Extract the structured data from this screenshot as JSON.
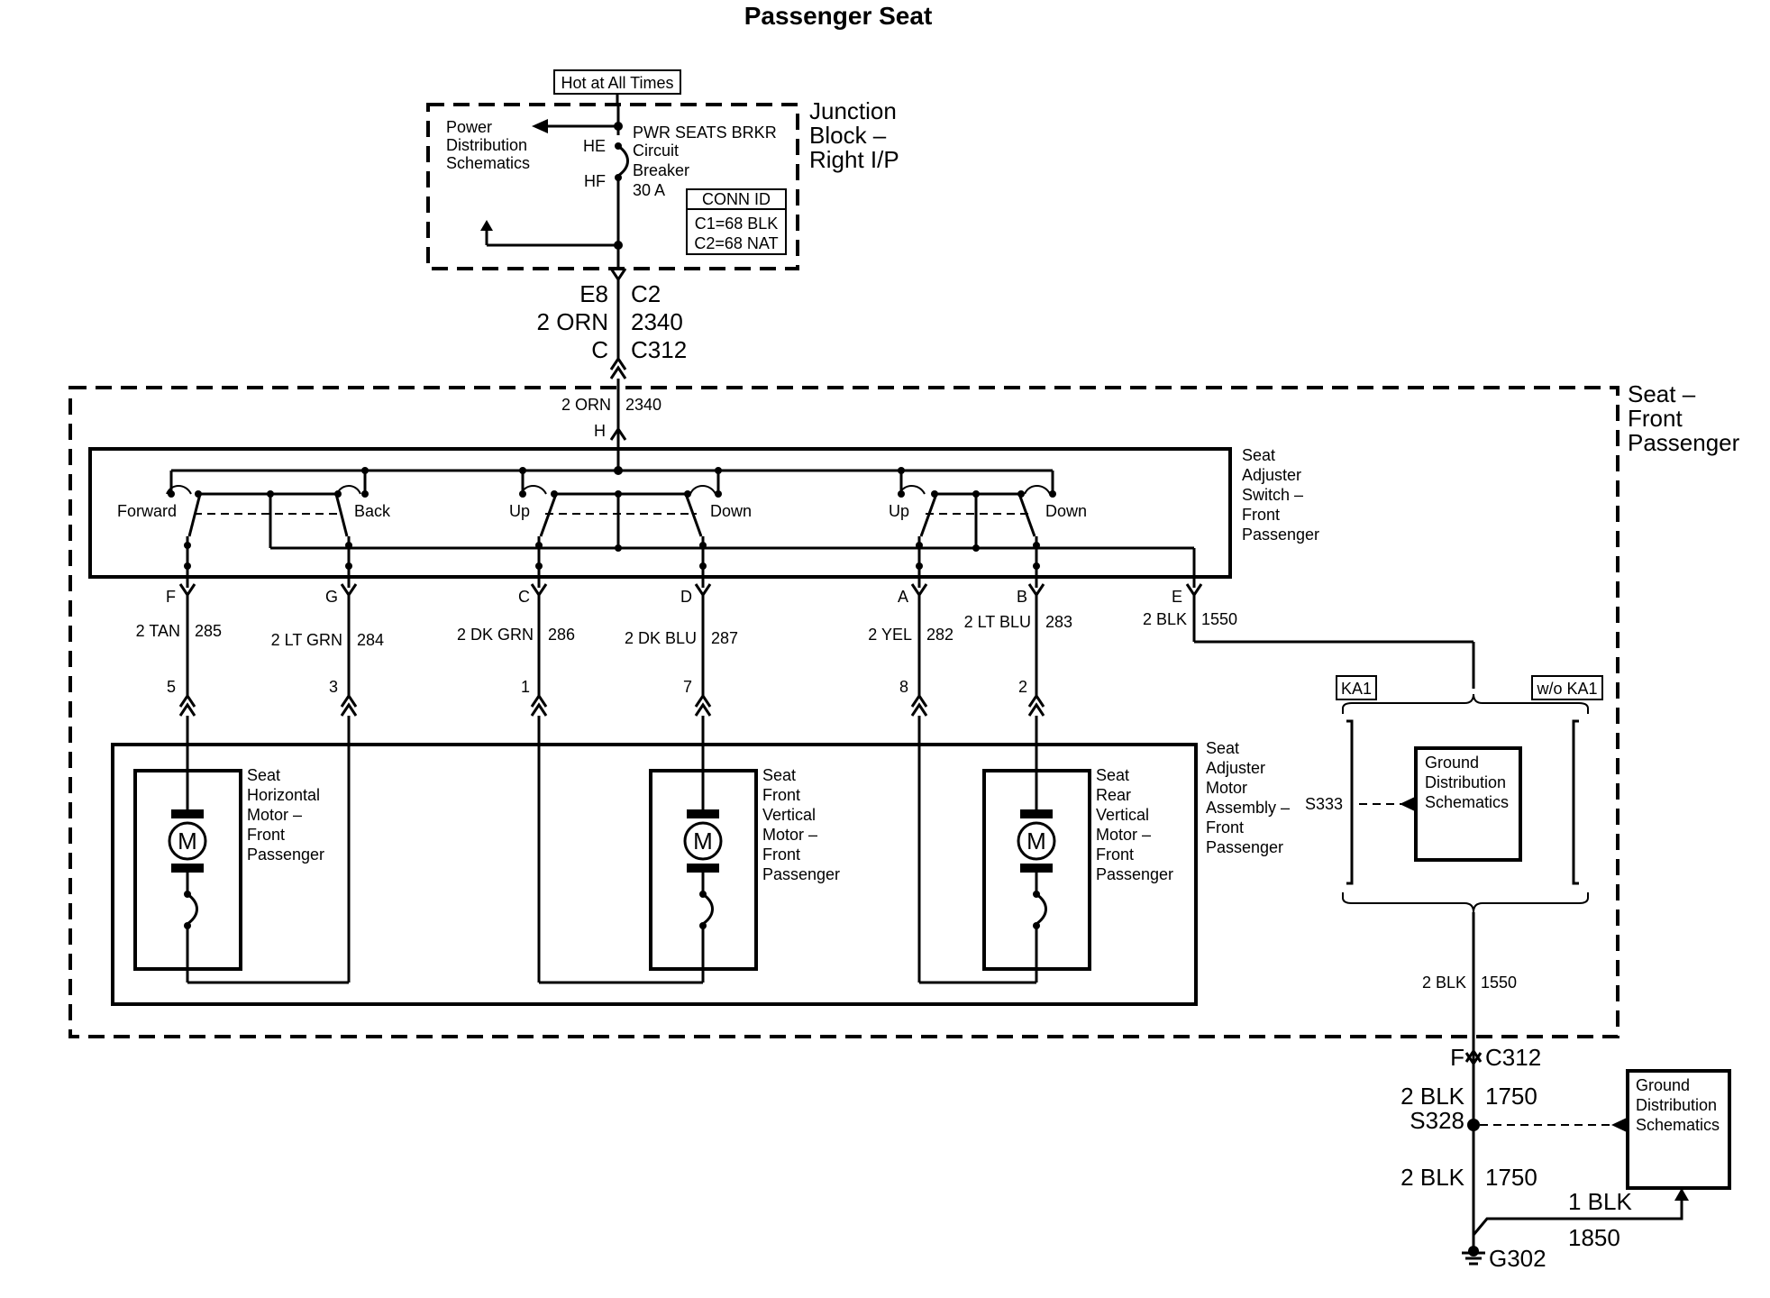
{
  "title": "Passenger Seat",
  "top": {
    "hot_label": "Hot at All Times",
    "pds_lines": [
      "Power",
      "Distribution",
      "Schematics"
    ],
    "pin_he": "HE",
    "pin_hf": "HF",
    "breaker_lines": [
      "PWR SEATS BRKR",
      "Circuit",
      "Breaker",
      "30 A"
    ],
    "conn_id_title": "CONN ID",
    "conn_id_lines": [
      "C1=68 BLK",
      "C2=68 NAT"
    ],
    "junction_lines": [
      "Junction",
      "Block –",
      "Right I/P"
    ],
    "e8": "E8",
    "c2": "C2",
    "orn_left": "2 ORN",
    "orn_circuit": "2340",
    "c_pin": "C",
    "c312": "C312"
  },
  "seat": {
    "label_lines": [
      "Seat –",
      "Front",
      "Passenger"
    ],
    "feed_wire": "2 ORN",
    "feed_circuit": "2340",
    "feed_pin": "H",
    "switch_lines": [
      "Seat",
      "Adjuster",
      "Switch –",
      "Front",
      "Passenger"
    ],
    "switch_labels": [
      "Forward",
      "Back",
      "Up",
      "Down",
      "Up",
      "Down"
    ],
    "assembly_lines": [
      "Seat",
      "Adjuster",
      "Motor",
      "Assembly –",
      "Front",
      "Passenger"
    ],
    "wires": [
      {
        "pin": "F",
        "color": "2 TAN",
        "circuit": "285",
        "motor_pin": "5"
      },
      {
        "pin": "G",
        "color": "2 LT GRN",
        "circuit": "284",
        "motor_pin": "3"
      },
      {
        "pin": "C",
        "color": "2 DK GRN",
        "circuit": "286",
        "motor_pin": "1"
      },
      {
        "pin": "D",
        "color": "2 DK BLU",
        "circuit": "287",
        "motor_pin": "7"
      },
      {
        "pin": "A",
        "color": "2 YEL",
        "circuit": "282",
        "motor_pin": "8"
      },
      {
        "pin": "B",
        "color": "2 LT BLU",
        "circuit": "283",
        "motor_pin": "2"
      },
      {
        "pin": "E",
        "color": "2 BLK",
        "circuit": "1550"
      }
    ],
    "motor_symbol": "M",
    "motors": [
      {
        "lines": [
          "Seat",
          "Horizontal",
          "Motor –",
          "Front",
          "Passenger"
        ]
      },
      {
        "lines": [
          "Seat",
          "Front",
          "Vertical",
          "Motor –",
          "Front",
          "Passenger"
        ]
      },
      {
        "lines": [
          "Seat",
          "Rear",
          "Vertical",
          "Motor –",
          "Front",
          "Passenger"
        ]
      }
    ]
  },
  "ground": {
    "ka1": "KA1",
    "wo_ka1": "w/o KA1",
    "s333": "S333",
    "gds_lines": [
      "Ground",
      "Distribution",
      "Schematics"
    ],
    "blk_1550_wire": "2 BLK",
    "blk_1550_circuit": "1550",
    "f_pin": "F",
    "c312": "C312",
    "blk_1750_wire_a": "2 BLK",
    "blk_1750_circuit_a": "1750",
    "s328": "S328",
    "blk_1750_wire_b": "2 BLK",
    "blk_1750_circuit_b": "1750",
    "blk_1850_wire": "1 BLK",
    "blk_1850_circuit": "1850",
    "g302": "G302",
    "gds2_lines": [
      "Ground",
      "Distribution",
      "Schematics"
    ]
  }
}
